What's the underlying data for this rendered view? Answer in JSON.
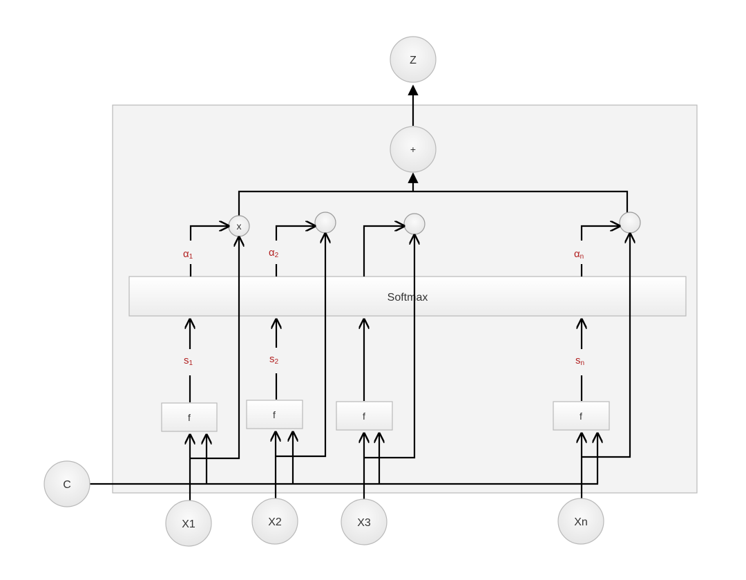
{
  "output_node": "Z",
  "sum_node": "+",
  "softmax_label": "Softmax",
  "context_node": "C",
  "multiply_symbol": "x",
  "f_label": "f",
  "inputs": [
    "X1",
    "X2",
    "X3",
    "Xn"
  ],
  "alpha": [
    {
      "base": "α",
      "sub": "1"
    },
    {
      "base": "α",
      "sub": "2"
    },
    {
      "base": "α",
      "sub": "n"
    }
  ],
  "scores": [
    {
      "base": "s",
      "sub": "1"
    },
    {
      "base": "s",
      "sub": "2"
    },
    {
      "base": "s",
      "sub": "n"
    }
  ],
  "colors": {
    "label_red": "#b22222",
    "panel_fill": "#f3f3f3",
    "node_fill": "#efefef"
  }
}
